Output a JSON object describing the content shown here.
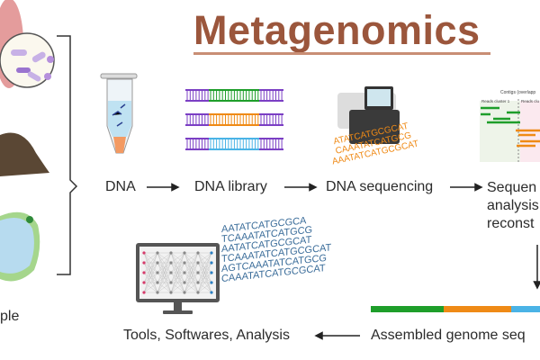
{
  "title": "Metagenomics",
  "labels": {
    "sample": "ple",
    "dna": "DNA",
    "dna_library": "DNA library",
    "dna_sequencing": "DNA sequencing",
    "sequence_analysis": [
      "Sequen",
      "analysis",
      "reconst"
    ],
    "assembled": "Assembled genome seq",
    "tools": "Tools, Softwares, Analysis"
  },
  "contig_panel": {
    "header": "Contigs (overlapp",
    "cluster1": "Reads cluster 1",
    "cluster2": "Reads clu"
  },
  "sequence_text": {
    "sequencer": [
      "ATATCATGCGCAT",
      "CAAATATCATGCG",
      "AAATATCATGCGCAT"
    ],
    "computer": [
      "AATATCATGCGCA",
      "TCAAATATCATGCG",
      "AATATCATGCGCAT",
      "TCAAATATCATGCGCAT",
      "AGTCAAATATCATGCG",
      "CAAATATCATGCGCAT"
    ]
  },
  "colors": {
    "title": "#9b563c",
    "green": "#1e9e2a",
    "orange": "#ef8a16",
    "blue": "#4ab3e6",
    "purple": "#7b3fc4",
    "dna_text": "#3b6d9a"
  }
}
